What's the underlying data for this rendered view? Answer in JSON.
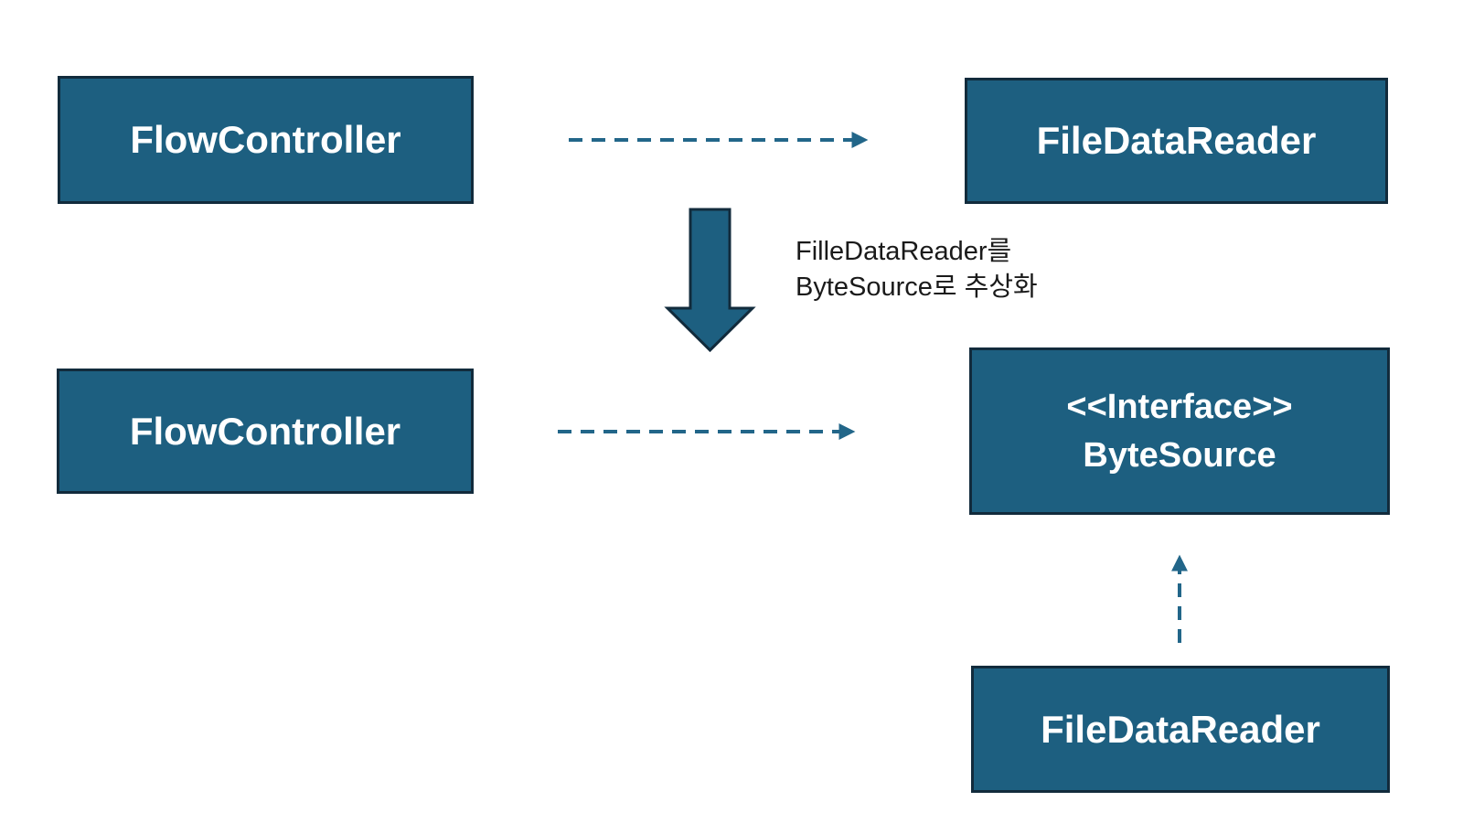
{
  "colors": {
    "node_fill": "#1d5f80",
    "node_border": "#122b3c",
    "node_text": "#ffffff",
    "arrow": "#226689",
    "annotation_text": "#1a1a1a",
    "background": "#ffffff"
  },
  "diagram": {
    "nodes": {
      "flow_controller_before": {
        "label": "FlowController"
      },
      "file_data_reader_before": {
        "label": "FileDataReader"
      },
      "flow_controller_after": {
        "label": "FlowController"
      },
      "byte_source_interface": {
        "stereotype": "<<Interface>>",
        "name": "ByteSource"
      },
      "file_data_reader_after": {
        "label": "FileDataReader"
      }
    },
    "annotation": {
      "line1": "FilleDataReader를",
      "line2": "ByteSource로 추상화"
    },
    "arrows": [
      {
        "type": "dashed-dependency",
        "direction": "right",
        "from": "FlowController",
        "to": "FileDataReader"
      },
      {
        "type": "dashed-dependency",
        "direction": "right",
        "from": "FlowController",
        "to": "ByteSource"
      },
      {
        "type": "dashed-implements",
        "direction": "up",
        "from": "FileDataReader",
        "to": "ByteSource"
      },
      {
        "type": "solid-transform",
        "direction": "down"
      }
    ]
  }
}
